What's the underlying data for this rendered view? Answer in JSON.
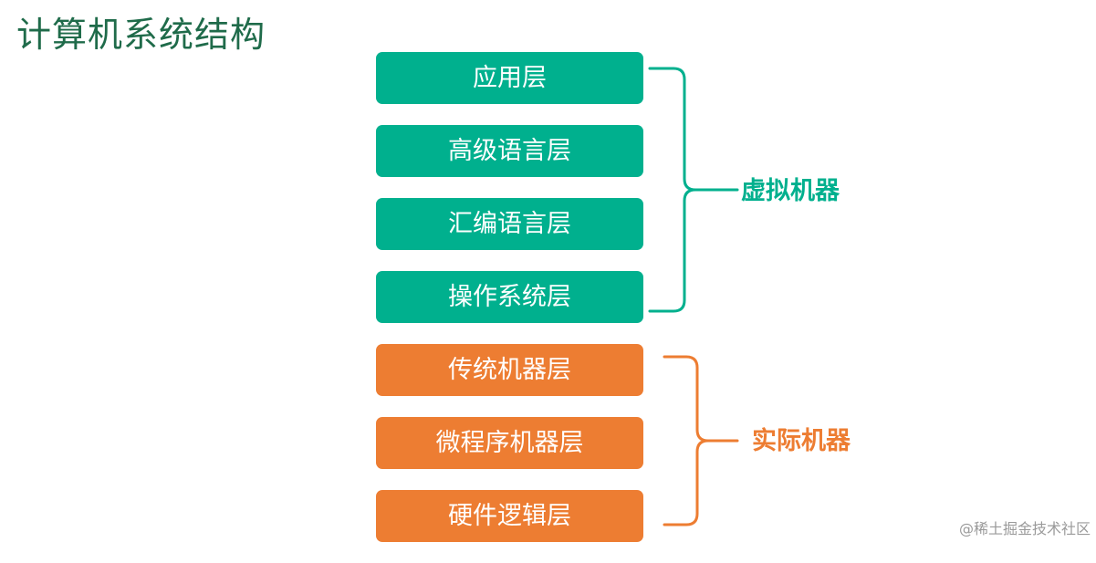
{
  "title": "计算机系统结构",
  "virtual_group": {
    "label": "虚拟机器",
    "color": "#00b08e",
    "layers": [
      "应用层",
      "高级语言层",
      "汇编语言层",
      "操作系统层"
    ]
  },
  "actual_group": {
    "label": "实际机器",
    "color": "#ed7d32",
    "layers": [
      "传统机器层",
      "微程序机器层",
      "硬件逻辑层"
    ]
  },
  "watermark": "@稀土掘金技术社区"
}
